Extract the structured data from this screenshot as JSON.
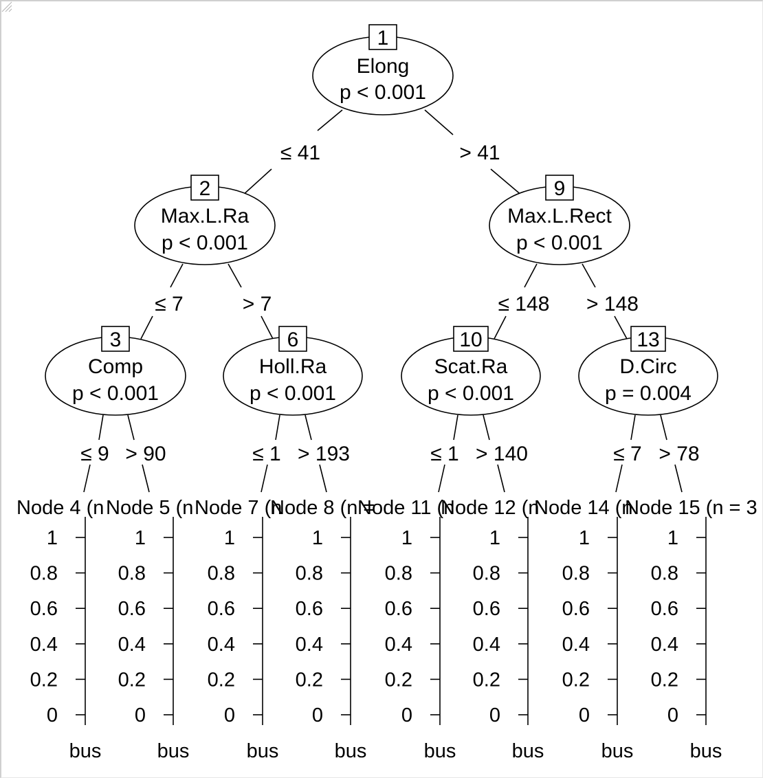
{
  "inner_nodes": [
    {
      "id": "1",
      "variable": "Elong",
      "pvalue": "p < 0.001"
    },
    {
      "id": "2",
      "variable": "Max.L.Ra",
      "pvalue": "p < 0.001"
    },
    {
      "id": "9",
      "variable": "Max.L.Rect",
      "pvalue": "p < 0.001"
    },
    {
      "id": "3",
      "variable": "Comp",
      "pvalue": "p < 0.001"
    },
    {
      "id": "6",
      "variable": "Holl.Ra",
      "pvalue": "p < 0.001"
    },
    {
      "id": "10",
      "variable": "Scat.Ra",
      "pvalue": "p < 0.001"
    },
    {
      "id": "13",
      "variable": "D.Circ",
      "pvalue": "p = 0.004"
    }
  ],
  "edge_labels": [
    {
      "from": "1",
      "to": "2",
      "text": "≤ 41"
    },
    {
      "from": "1",
      "to": "9",
      "text": "> 41"
    },
    {
      "from": "2",
      "to": "3",
      "text": "≤ 7"
    },
    {
      "from": "2",
      "to": "6",
      "text": "> 7"
    },
    {
      "from": "9",
      "to": "10",
      "text": "≤ 148"
    },
    {
      "from": "9",
      "to": "13",
      "text": "> 148"
    },
    {
      "from": "3",
      "to": "4",
      "text": "≤ 9"
    },
    {
      "from": "3",
      "to": "5",
      "text": "> 90"
    },
    {
      "from": "6",
      "to": "7",
      "text": "≤ 1"
    },
    {
      "from": "6",
      "to": "8",
      "text": "> 193"
    },
    {
      "from": "10",
      "to": "11",
      "text": "≤ 1"
    },
    {
      "from": "10",
      "to": "12",
      "text": "> 140"
    },
    {
      "from": "13",
      "to": "14",
      "text": "≤ 7"
    },
    {
      "from": "13",
      "to": "15",
      "text": "> 78"
    }
  ],
  "leaf_titles": [
    "Node 4 (n",
    "Node 5 (n",
    "Node 7 (n",
    "Node 8 (n =",
    "Node 11 (n",
    "Node 12 (n",
    "Node 14 (n",
    "Node 15 (n = 3"
  ],
  "leaf_axis": {
    "ticks": [
      "1",
      "0.8",
      "0.6",
      "0.4",
      "0.2",
      "0"
    ],
    "category": "bus"
  }
}
